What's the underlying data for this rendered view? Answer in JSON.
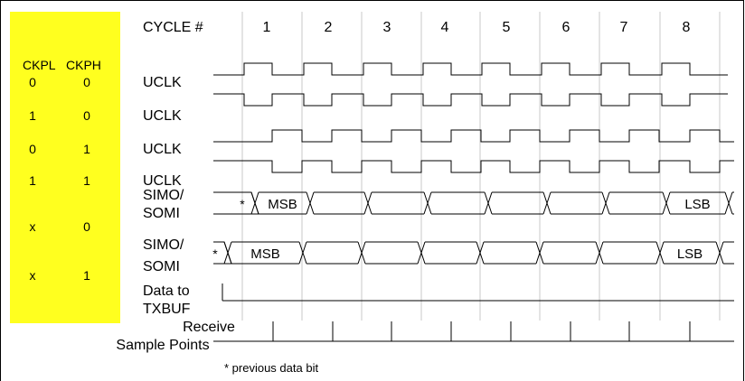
{
  "config_panel": {
    "header_ckpl": "CKPL",
    "header_ckph": "CKPH",
    "rows": [
      {
        "ckpl": "0",
        "ckph": "0"
      },
      {
        "ckpl": "1",
        "ckph": "0"
      },
      {
        "ckpl": "0",
        "ckph": "1"
      },
      {
        "ckpl": "1",
        "ckph": "1"
      },
      {
        "ckpl": "x",
        "ckph": "0"
      },
      {
        "ckpl": "x",
        "ckph": "1"
      }
    ],
    "background_color": "#ffff1f"
  },
  "cycle_header": {
    "label": "CYCLE #",
    "cycles": [
      "1",
      "2",
      "3",
      "4",
      "5",
      "6",
      "7",
      "8"
    ]
  },
  "signals": {
    "uclk_rows": [
      {
        "label": "UCLK"
      },
      {
        "label": "UCLK"
      },
      {
        "label": "UCLK"
      },
      {
        "label": "UCLK"
      }
    ],
    "data_rows": [
      {
        "label_line1": "SIMO/",
        "label_line2": "SOMI",
        "prev_marker": "*",
        "first_bit": "MSB",
        "last_bit": "LSB"
      },
      {
        "label_line1": "SIMO/",
        "label_line2": "SOMI",
        "prev_marker": "*",
        "first_bit": "MSB",
        "last_bit": "LSB"
      }
    ],
    "txbuf": {
      "label_line1": "Data to",
      "label_line2": "TXBUF"
    },
    "sample": {
      "label_line1": "Receive",
      "label_line2": "Sample Points"
    }
  },
  "footnote": "* previous data bit"
}
